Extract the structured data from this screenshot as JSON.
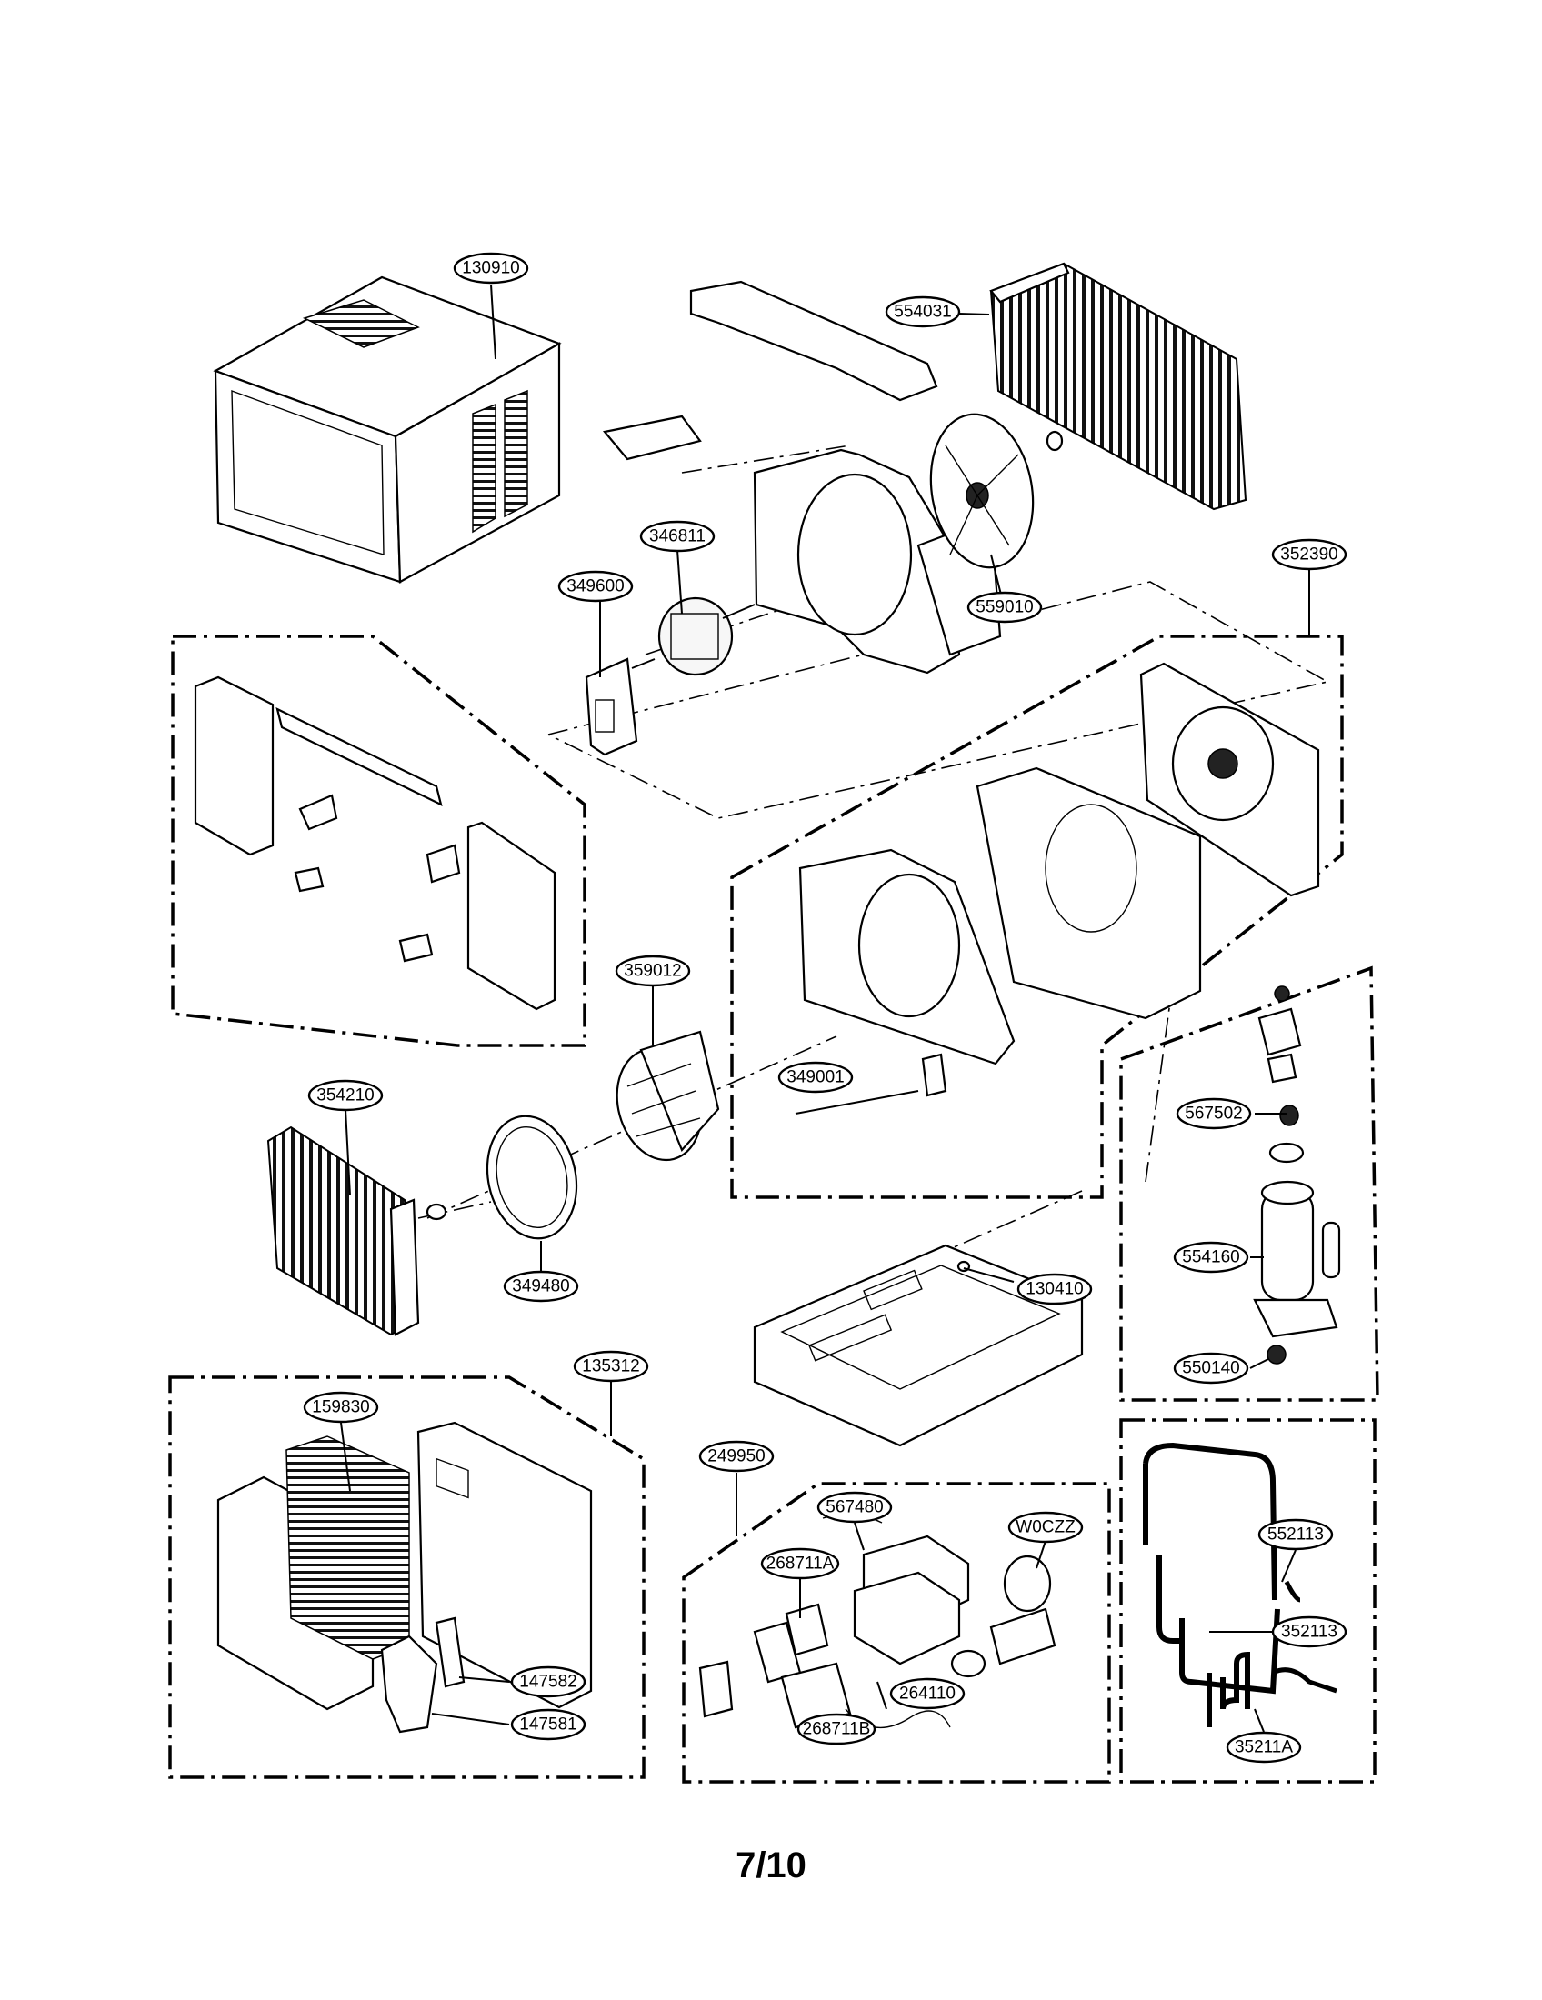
{
  "diagram": {
    "callouts": [
      {
        "id": "c130910",
        "label": "130910"
      },
      {
        "id": "c554031",
        "label": "554031"
      },
      {
        "id": "c346811",
        "label": "346811"
      },
      {
        "id": "c349600",
        "label": "349600"
      },
      {
        "id": "c559010",
        "label": "559010"
      },
      {
        "id": "c352390",
        "label": "352390"
      },
      {
        "id": "c359012",
        "label": "359012"
      },
      {
        "id": "c349001",
        "label": "349001"
      },
      {
        "id": "c354210",
        "label": "354210"
      },
      {
        "id": "c349480",
        "label": "349480"
      },
      {
        "id": "c567502",
        "label": "567502"
      },
      {
        "id": "c554160",
        "label": "554160"
      },
      {
        "id": "c550140",
        "label": "550140"
      },
      {
        "id": "c130410",
        "label": "130410"
      },
      {
        "id": "c135312",
        "label": "135312"
      },
      {
        "id": "c159830",
        "label": "159830"
      },
      {
        "id": "c147582",
        "label": "147582"
      },
      {
        "id": "c147581",
        "label": "147581"
      },
      {
        "id": "c249950",
        "label": "249950"
      },
      {
        "id": "c567480",
        "label": "567480"
      },
      {
        "id": "c268711A",
        "label": "268711A"
      },
      {
        "id": "cW0CZZ",
        "label": "W0CZZ"
      },
      {
        "id": "c264110",
        "label": "264110"
      },
      {
        "id": "c268711B",
        "label": "268711B"
      },
      {
        "id": "c552113",
        "label": "552113"
      },
      {
        "id": "c352113",
        "label": "352113"
      },
      {
        "id": "c35211A",
        "label": "35211A"
      }
    ],
    "page_number": "7/10"
  }
}
